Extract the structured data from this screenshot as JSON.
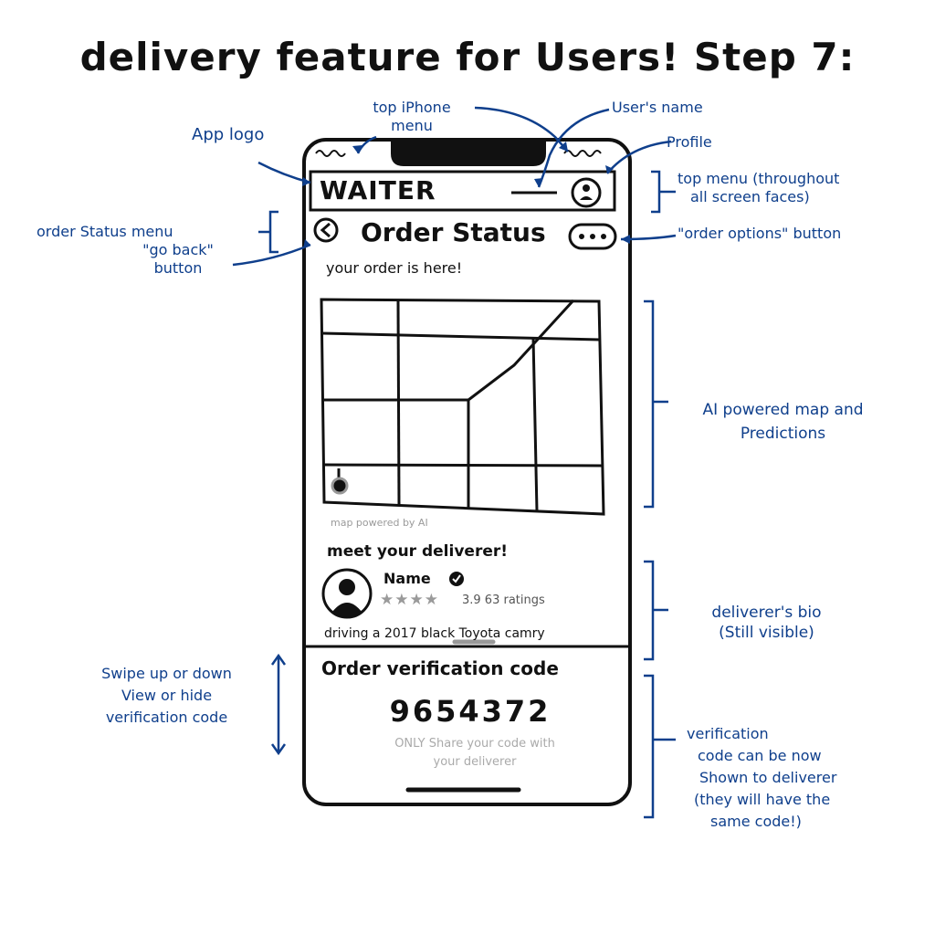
{
  "title": "delivery feature for Users! Step 7:",
  "colors": {
    "ink": "#111111",
    "annotation": "#0f3f8c",
    "muted": "#9a9a9a"
  },
  "phone": {
    "logo": "WAITER",
    "order_title": "Order Status",
    "order_here": "your order is here!",
    "map_caption": "map powered by AI",
    "meet_deliverer": "meet your deliverer!",
    "deliverer_name": "Name",
    "rating_text": "3.9  63 ratings",
    "driving": "driving a 2017 black Toyota camry",
    "verification_label": "Order verification code",
    "verification_code": "9654372",
    "share_note_line1": "ONLY Share your code with",
    "share_note_line2": "your deliverer",
    "icons": [
      "back-arrow-icon",
      "more-dots-icon",
      "profile-icon",
      "verified-check-icon",
      "avatar-icon",
      "star-icon",
      "location-pin-icon"
    ]
  },
  "annotations": {
    "top_iphone_menu_1": "top iPhone",
    "top_iphone_menu_2": "menu",
    "users_name": "User's name",
    "app_logo": "App logo",
    "profile": "Profile",
    "top_menu_1": "top menu (throughout",
    "top_menu_2": "all screen faces)",
    "order_status_menu": "order Status menu",
    "go_back_1": "\"go back\"",
    "go_back_2": "button",
    "order_options": "\"order options\" button",
    "ai_map_1": "AI powered map and",
    "ai_map_2": "Predictions",
    "bio_1": "deliverer's bio",
    "bio_2": "(Still visible)",
    "swipe_1": "Swipe up or down",
    "swipe_2": "View or hide",
    "swipe_3": "verification code",
    "verif_1": "verification",
    "verif_2": "code can be now",
    "verif_3": "Shown to deliverer",
    "verif_4": "(they will have the",
    "verif_5": "same code!)"
  }
}
